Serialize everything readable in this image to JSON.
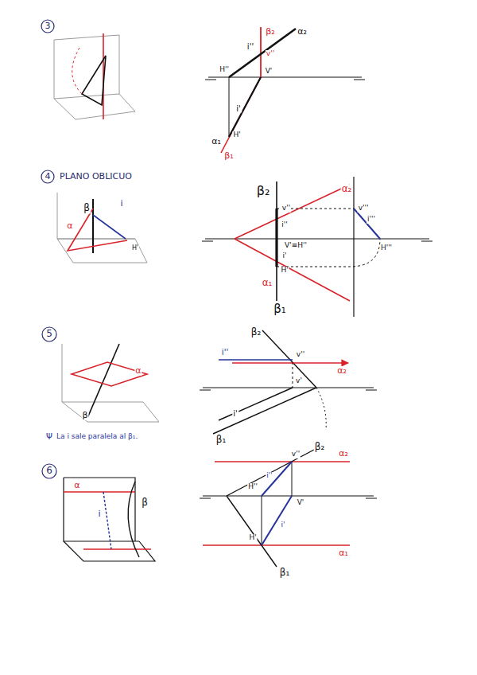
{
  "diagram": {
    "labels": [
      "3",
      "β₂",
      "α₂",
      "i''",
      "v''",
      "H''",
      "V'",
      "i'",
      "H'",
      "α₁",
      "β₁",
      "4",
      "PLANO OBLICUO",
      "β",
      "α",
      "i",
      "H'",
      "β₂",
      "α₂",
      "v''",
      "i''",
      "V'≡H''",
      "i'",
      "H'",
      "α₁",
      "β₁",
      "v'''",
      "i'''",
      "H'''",
      "5",
      "α",
      "β",
      "Ψ",
      "La i sale paralela al β₁.",
      "β₂",
      "i''",
      "v''",
      "α₂",
      "v'",
      "i'",
      "β₁",
      "6",
      "α",
      "β",
      "i",
      "β₂",
      "α₂",
      "v''",
      "i''",
      "H''",
      "V'",
      "i'",
      "H'",
      "α₁",
      "β₁"
    ]
  }
}
